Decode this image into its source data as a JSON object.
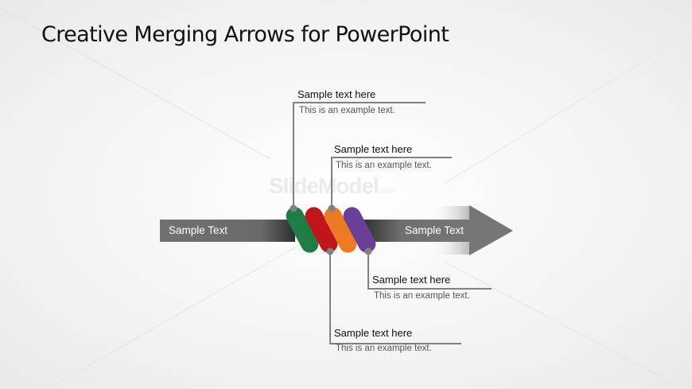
{
  "slide": {
    "title": "Creative Merging Arrows for PowerPoint",
    "watermark": {
      "brand": "SlideModel",
      "suffix": ".com"
    }
  },
  "arrow": {
    "left_label": "Sample Text",
    "right_label": "Sample Text",
    "color": "#6f6f6f"
  },
  "bands": [
    {
      "name": "green",
      "color": "#1e7d45"
    },
    {
      "name": "red",
      "color": "#c0161b"
    },
    {
      "name": "orange",
      "color": "#ee7a23"
    },
    {
      "name": "purple",
      "color": "#6a3f98"
    }
  ],
  "callouts": [
    {
      "title": "Sample text here",
      "description": "This is an example text."
    },
    {
      "title": "Sample text here",
      "description": "This is an example text."
    },
    {
      "title": "Sample text here",
      "description": "This is an example text."
    },
    {
      "title": "Sample text here",
      "description": "This is an example text."
    }
  ],
  "colors": {
    "connector": "#808080",
    "title_text": "#111111",
    "desc_text": "#555555"
  }
}
